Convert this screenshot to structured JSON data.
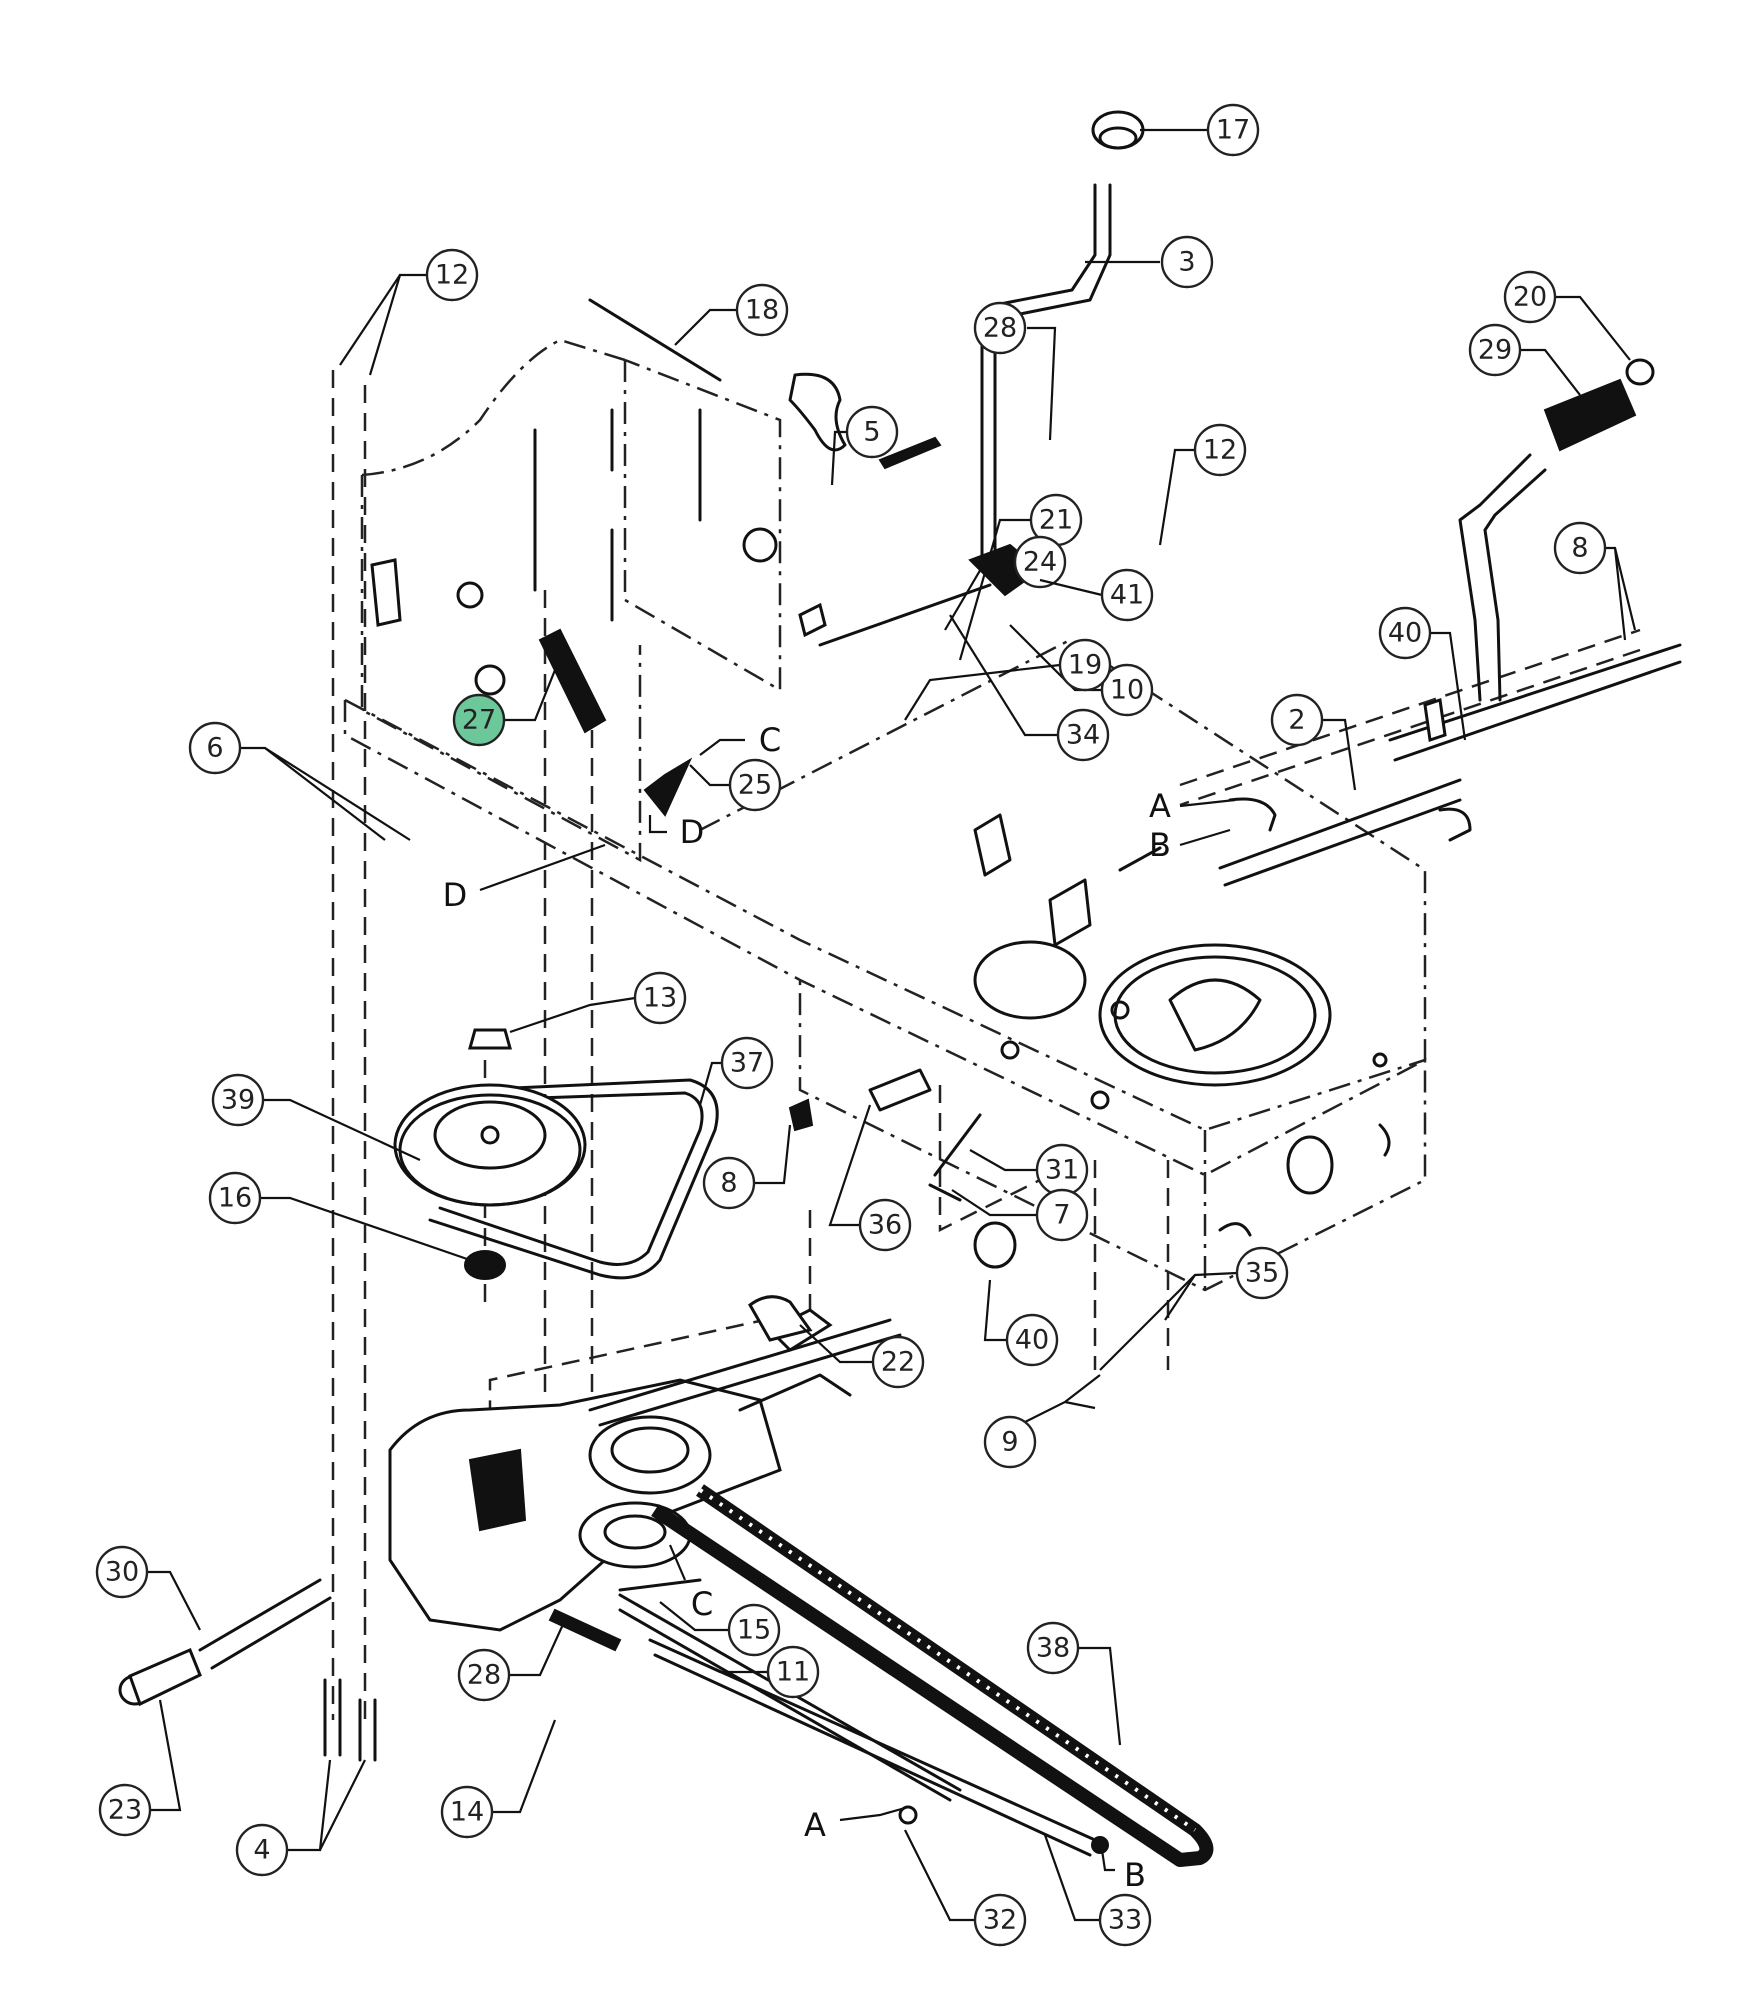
{
  "title": "Tractor frame, shift lever and transmission drive exploded parts diagram",
  "highlight_color": "#6cc79a",
  "highlighted_callout": "27",
  "callouts": [
    {
      "id": "17",
      "part": "shift-knob"
    },
    {
      "id": "3",
      "part": "shift-lever"
    },
    {
      "id": "12",
      "part": "bolt-top-left"
    },
    {
      "id": "18",
      "part": "rod"
    },
    {
      "id": "28",
      "part": "spring-top"
    },
    {
      "id": "20",
      "part": "cap"
    },
    {
      "id": "29",
      "part": "handle-grip"
    },
    {
      "id": "5",
      "part": "screws"
    },
    {
      "id": "12",
      "part": "bolt-shift-bracket"
    },
    {
      "id": "21",
      "part": "bracket"
    },
    {
      "id": "24",
      "part": "clip"
    },
    {
      "id": "41",
      "part": "shift-bracket"
    },
    {
      "id": "8",
      "part": "fastener-right"
    },
    {
      "id": "40",
      "part": "pivot-bracket-right"
    },
    {
      "id": "10",
      "part": "nut"
    },
    {
      "id": "19",
      "part": "link"
    },
    {
      "id": "27",
      "part": "extension-spring"
    },
    {
      "id": "34",
      "part": "shift-rod"
    },
    {
      "id": "2",
      "part": "brake-shaft"
    },
    {
      "id": "6",
      "part": "bolts-left"
    },
    {
      "id": "25",
      "part": "spring-small"
    },
    {
      "id": "13",
      "part": "hex-nut"
    },
    {
      "id": "37",
      "part": "v-belt"
    },
    {
      "id": "39",
      "part": "pulley"
    },
    {
      "id": "8",
      "part": "fastener-center"
    },
    {
      "id": "31",
      "part": "rod-small"
    },
    {
      "id": "16",
      "part": "bearing"
    },
    {
      "id": "36",
      "part": "bushing"
    },
    {
      "id": "7",
      "part": "washer"
    },
    {
      "id": "35",
      "part": "spacers"
    },
    {
      "id": "40",
      "part": "idler-bracket"
    },
    {
      "id": "22",
      "part": "axle-spacer-right"
    },
    {
      "id": "9",
      "part": "bolts-bottom"
    },
    {
      "id": "30",
      "part": "axle-key"
    },
    {
      "id": "15",
      "part": "clip-small"
    },
    {
      "id": "11",
      "part": "brake-rod"
    },
    {
      "id": "38",
      "part": "drive-belt"
    },
    {
      "id": "28",
      "part": "spring-transmission"
    },
    {
      "id": "23",
      "part": "axle-spacer-left"
    },
    {
      "id": "14",
      "part": "hairpin"
    },
    {
      "id": "4",
      "part": "bolts-transmission"
    },
    {
      "id": "32",
      "part": "linkage-rod-a"
    },
    {
      "id": "33",
      "part": "linkage-rod-b"
    }
  ],
  "reference_letters": [
    "C",
    "D",
    "D",
    "A",
    "B",
    "C",
    "A",
    "B"
  ]
}
